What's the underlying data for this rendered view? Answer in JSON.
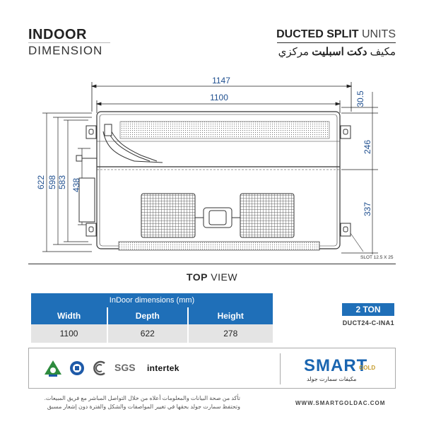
{
  "header": {
    "title_bold": "INDOOR",
    "title_light": "DIMENSION",
    "product_bold": "DUCTED SPLIT",
    "product_light": " UNITS",
    "product_ar_light": "مكيف ",
    "product_ar_bold": "دكت اسبليت",
    "product_ar_tail": " مركزي"
  },
  "drawing": {
    "dim_1147": "1147",
    "dim_1100": "1100",
    "dim_30_5": "30.5",
    "dim_246": "246",
    "dim_337": "337",
    "dim_622": "622",
    "dim_598": "598",
    "dim_583": "583",
    "dim_438": "438",
    "slot": "SLOT 12.5 X 25",
    "accent": "#1f4f8f"
  },
  "view_label": {
    "bold": "TOP",
    "light": " VIEW"
  },
  "table": {
    "title": "InDoor dimensions (mm)",
    "headers": [
      "Width",
      "Depth",
      "Height"
    ],
    "values": [
      "1100",
      "622",
      "278"
    ],
    "color": "#1f6fb8"
  },
  "capacity": {
    "ton": "2 TON",
    "model": "DUCT24-C-INA1"
  },
  "certs": {
    "sgs": "SGS",
    "intertek": "intertek"
  },
  "brand": {
    "name": "SMART",
    "sub": "GOLD",
    "arabic": "مكيفات سمارت جولد"
  },
  "footer": {
    "line1": "تأكد من صحة البيانات والمعلومات أعلاه من خلال التواصل المباشر مع فريق المبيعات.",
    "line2": "وتحتفظ سمارت جولد بحقها في تغيير المواصفات والشكل والفترة دون إشعار مسبق",
    "url": "WWW.SMARTGOLDAC.COM"
  }
}
